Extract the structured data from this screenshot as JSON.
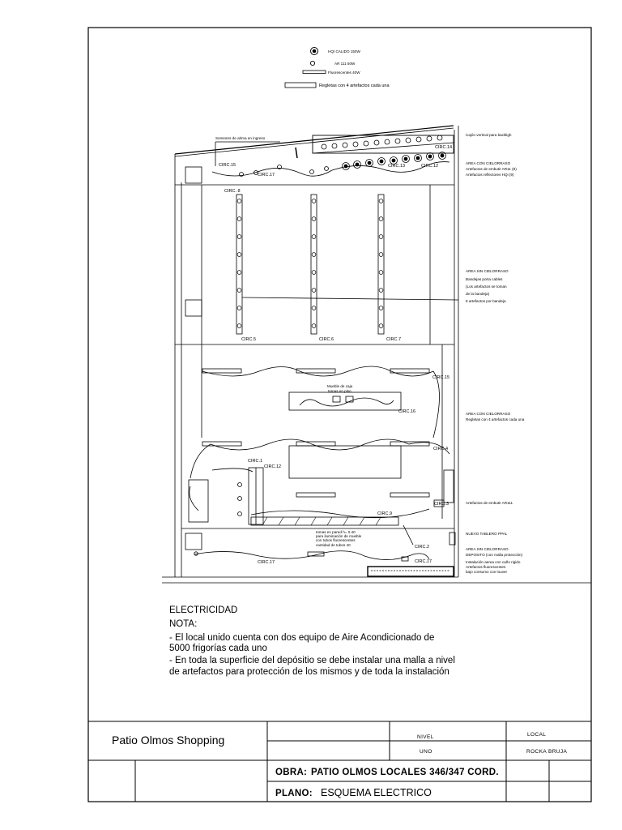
{
  "legend": {
    "items": [
      {
        "icon": "hqi-lamp-icon",
        "label": "HQI CALIDO 150W"
      },
      {
        "icon": "ar111-lamp-icon",
        "label": "AR 111 50W"
      },
      {
        "icon": "fluorescent-icon",
        "label": "Fluorescentes 40W"
      },
      {
        "icon": "power-strip-icon",
        "label": "Regletas con 4 artefactos cada una"
      }
    ]
  },
  "plan": {
    "sensor_label": "Sensores de alrma en ingreso",
    "mueble_label": "Mueble de caja",
    "mueble_sub": "tomas en piso",
    "wall_outlets_note": [
      "tomas en pared h= 0.40",
      "para iluminación de mueble",
      "con tubos fluorescentes",
      "cantidad de tubos 40"
    ],
    "circuits": [
      {
        "id": "c15a",
        "label": "CIRC.15"
      },
      {
        "id": "c17a",
        "label": "CIRC.17"
      },
      {
        "id": "c13",
        "label": "CIRC.13"
      },
      {
        "id": "c14",
        "label": "CIRC.14"
      },
      {
        "id": "c12a",
        "label": "CIRC.12"
      },
      {
        "id": "c8",
        "label": "CIRC. 8"
      },
      {
        "id": "c5",
        "label": "CIRC.5"
      },
      {
        "id": "c6",
        "label": "CIRC.6"
      },
      {
        "id": "c7",
        "label": "CIRC.7"
      },
      {
        "id": "c15b",
        "label": "CIRC.15"
      },
      {
        "id": "c16",
        "label": "CIRC.16"
      },
      {
        "id": "c4",
        "label": "CIRC.4"
      },
      {
        "id": "c1",
        "label": "CIRC.1"
      },
      {
        "id": "c12b",
        "label": "CIRC.12"
      },
      {
        "id": "c3",
        "label": "CIRC.3"
      },
      {
        "id": "c9",
        "label": "CIRC.9"
      },
      {
        "id": "c2",
        "label": "CIRC.2"
      },
      {
        "id": "c17b",
        "label": "CIRC.17"
      },
      {
        "id": "c17c",
        "label": "CIRC.17"
      }
    ],
    "annotations": [
      {
        "id": "cajon",
        "lines": [
          "Cajón vertical para backligh"
        ]
      },
      {
        "id": "area1",
        "lines": [
          "AREA CON CIELORRASO",
          "Artefactos de embutir AR11 (8)",
          "Artefactos reflectores HQi (9)"
        ]
      },
      {
        "id": "area2",
        "lines": [
          "AREA SIN CIELORRASO",
          "Bandejas porta cables",
          "(Los artefactos se toman",
          "de la bandeja)",
          "8 artefactos por bandeja"
        ]
      },
      {
        "id": "area3",
        "lines": [
          "AREA CON CIELORRASO",
          "Regletas con 4 artefactos cada una"
        ]
      },
      {
        "id": "ar111",
        "lines": [
          "Artefactos de embutir AR111"
        ]
      },
      {
        "id": "tablero",
        "lines": [
          "NUEVO TABLERO PPAL"
        ]
      },
      {
        "id": "deposito",
        "lines": [
          "AREA SIN CIELORRASO",
          "DEPOSITO (con malla protección)",
          "Instalación aerea con caño rigido",
          "Artefactos fluorescentes",
          "bajo consumo con louver"
        ]
      }
    ]
  },
  "notes": {
    "title": "ELECTRICIDAD",
    "subtitle": "NOTA:",
    "lines": [
      "- El local unido cuenta con dos equipo de Aire Acondicionado de",
      "5000 frigorías cada uno",
      "- En toda la superficie del depósitio se debe instalar una malla a nivel",
      "de artefactos para protección de los mismos y de toda la instalación"
    ]
  },
  "title_block": {
    "client": "Patio Olmos Shopping",
    "nivel_label": "NIVEL",
    "nivel_value": "UNO",
    "local_label": "LOCAL",
    "local_value": "ROCKA BRUJA",
    "obra_label": "OBRA:",
    "obra_value": "PATIO OLMOS  LOCALES 346/347 CORD.",
    "plano_label": "PLANO:",
    "plano_value": "ESQUEMA ELECTRICO"
  }
}
